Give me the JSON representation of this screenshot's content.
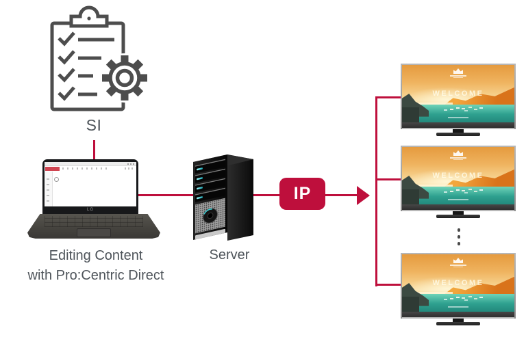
{
  "nodes": {
    "si": {
      "label": "SI"
    },
    "editor": {
      "caption_line1": "Editing Content",
      "caption_line2": "with Pro:Centric Direct",
      "laptop_logo": "LG"
    },
    "server": {
      "label": "Server"
    },
    "transport": {
      "badge_label": "IP"
    },
    "tv": {
      "welcome_text": "WELCOME"
    }
  },
  "colors": {
    "accent_red": "#be0f3c",
    "icon_stroke": "#4d4d4d",
    "label_text": "#4e545a",
    "teal_led": "#45d6d6"
  },
  "icons": [
    "clipboard-checklist-icon",
    "gear-icon",
    "laptop-icon",
    "server-tower-icon",
    "ip-badge",
    "arrow-right-icon",
    "tv-icon",
    "ellipsis-vertical-icon"
  ]
}
